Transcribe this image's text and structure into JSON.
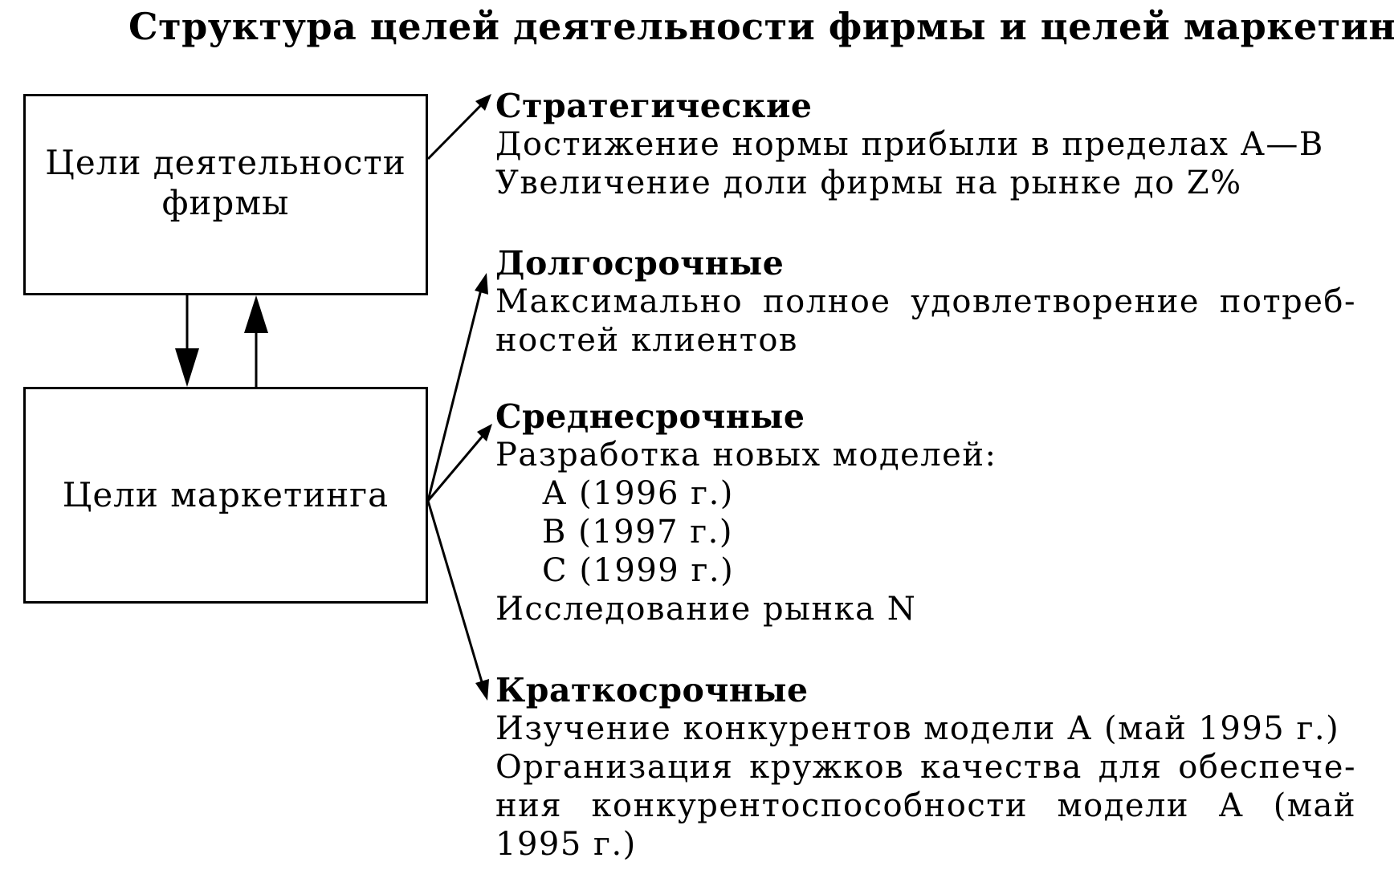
{
  "title": "Структура целей деятельности фирмы и целей маркетинга",
  "boxes": {
    "firm": "Цели  деятельности\nфирмы",
    "marketing": "Цели  маркетинга"
  },
  "goals": {
    "strategic": {
      "heading": "Стратегические",
      "lines": [
        "Достижение нормы прибыли в пределах А—В",
        "Увеличение доли фирмы на рынке до Z%"
      ]
    },
    "long_term": {
      "heading": "Долгосрочные",
      "lines": [
        "Максимально полное удовлетворение потреб-",
        "ностей  клиентов"
      ]
    },
    "medium_term": {
      "heading": "Среднесрочные",
      "lines": [
        "Разработка  новых  моделей:",
        "А (1996 г.)",
        "В (1997 г.)",
        "С (1999 г.)",
        "Исследование  рынка  N"
      ]
    },
    "short_term": {
      "heading": "Краткосрочные",
      "lines": [
        "Изучение конкурентов модели А (май 1995 г.)",
        "Организация кружков качества для обеспече-",
        "ния конкурентоспособности модели А (май",
        "1995  г.)"
      ]
    }
  }
}
